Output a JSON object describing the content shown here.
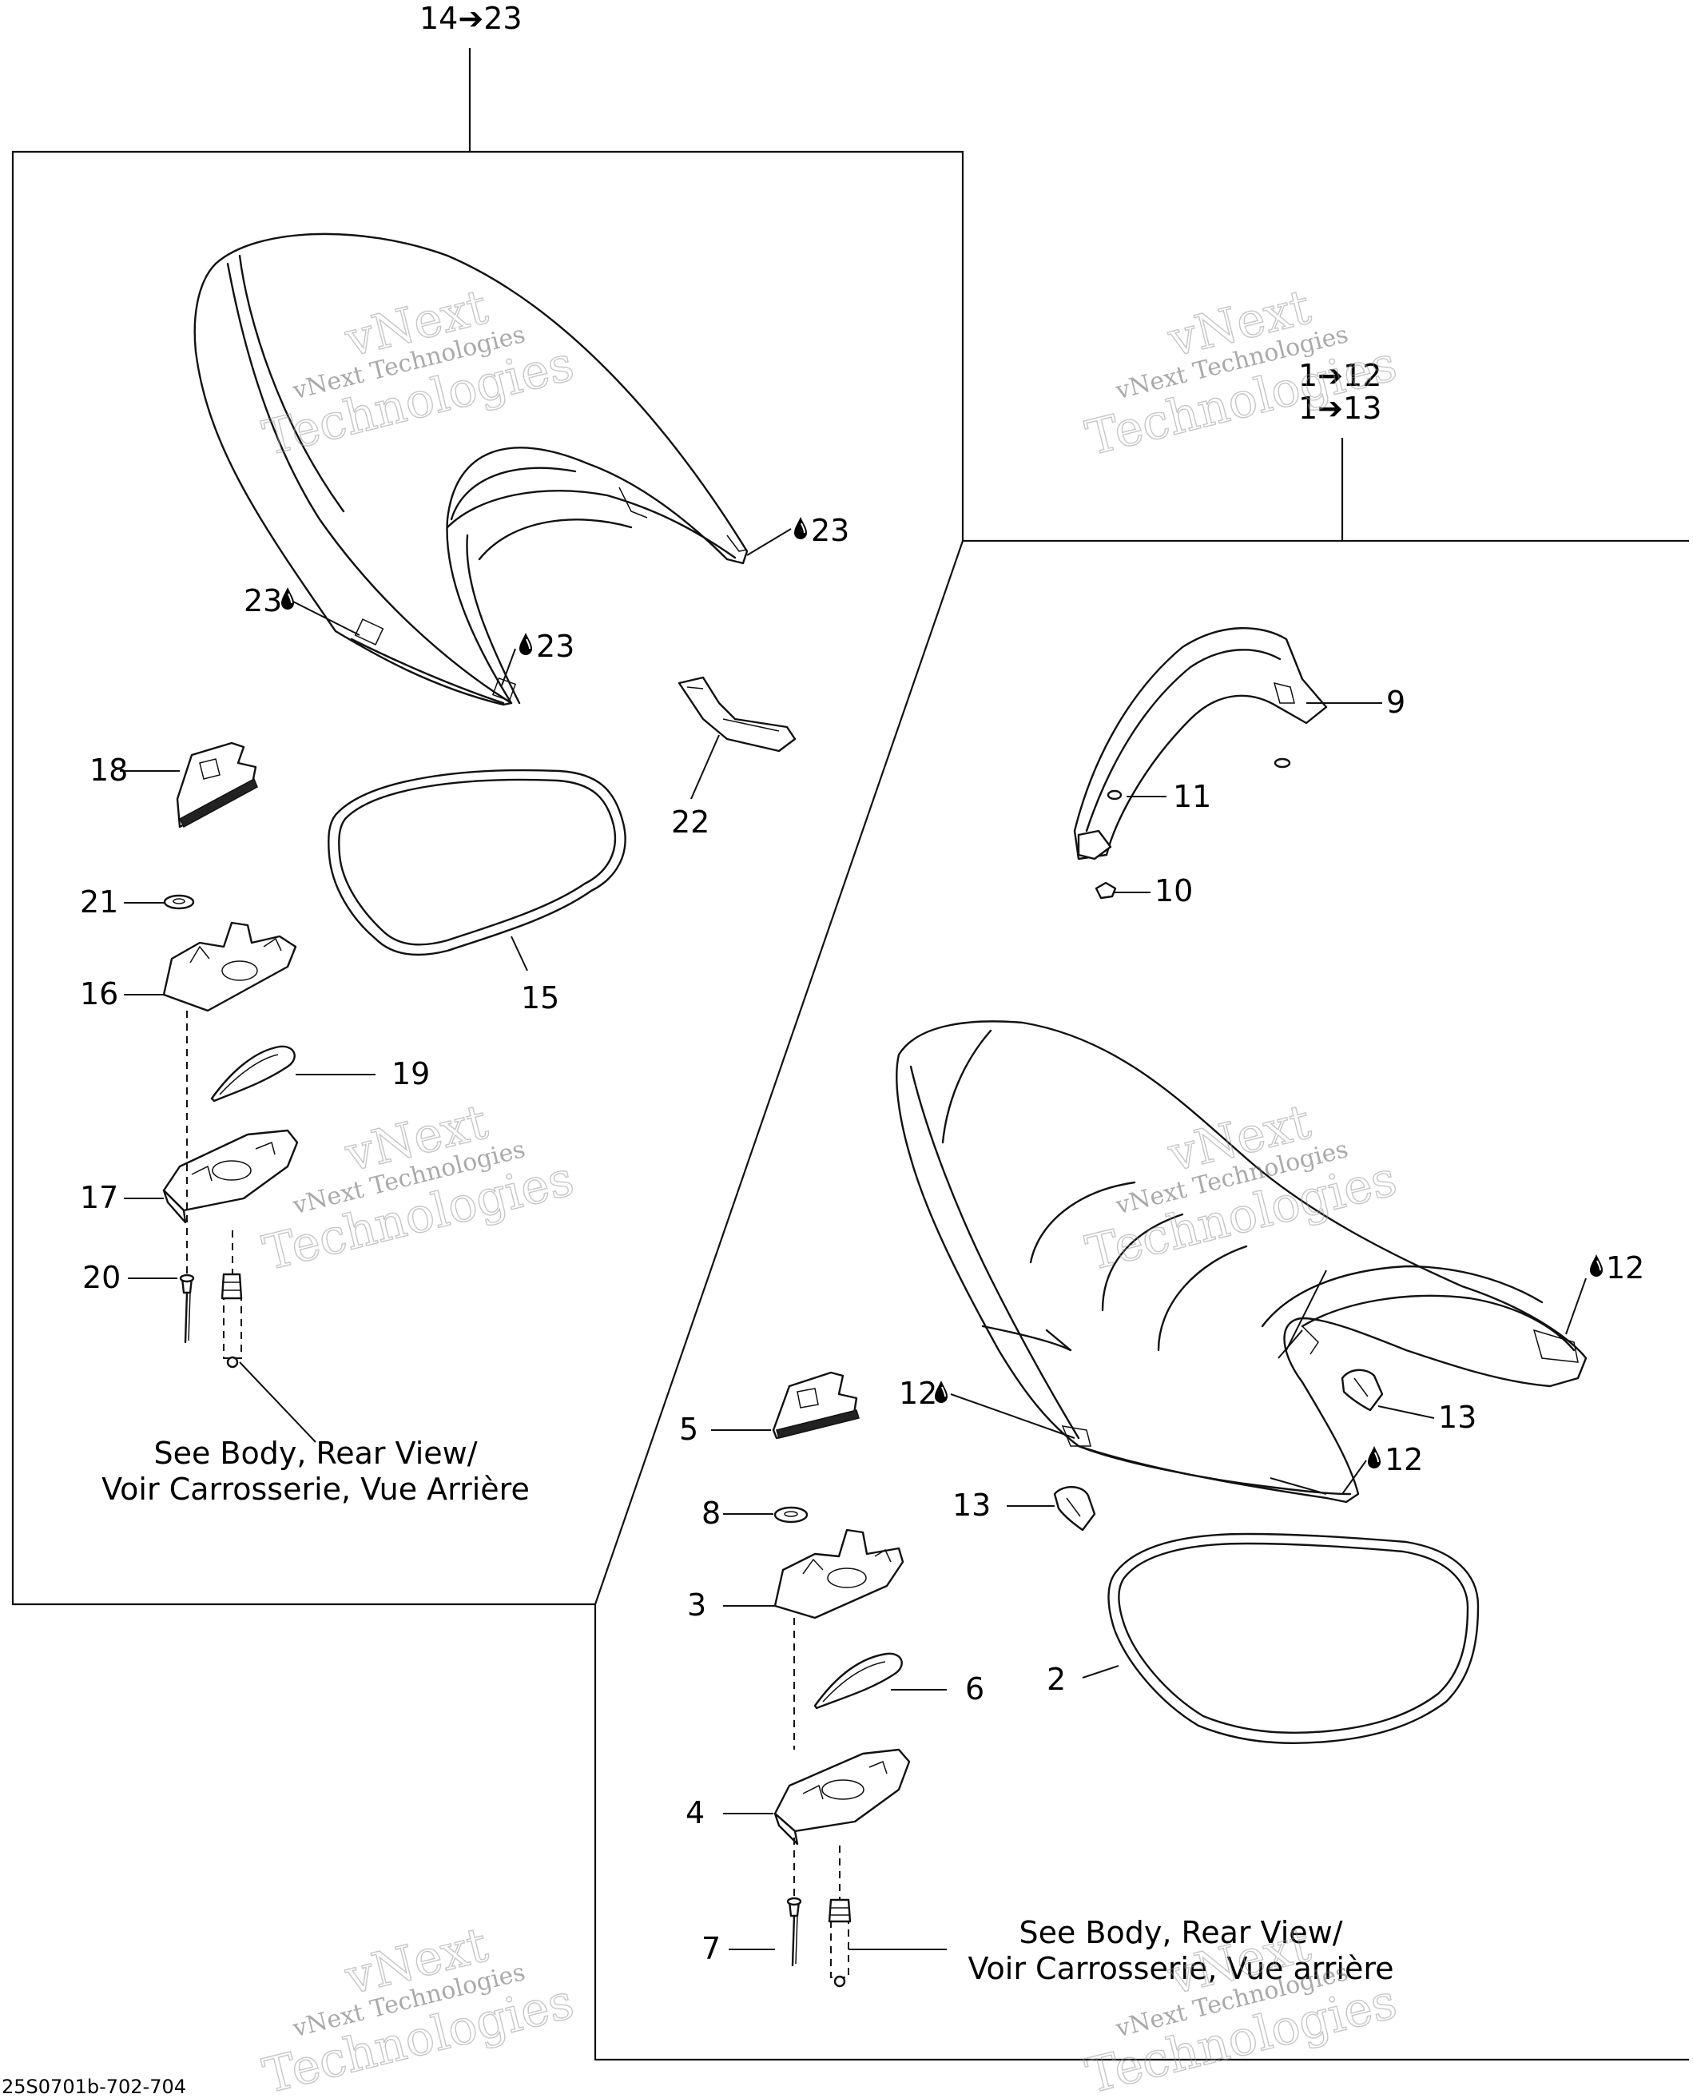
{
  "diagram": {
    "group_labels": {
      "rear": "14➔23",
      "front_1": "1➔12",
      "front_2": "1➔13"
    },
    "callouts": {
      "c2": "2",
      "c3": "3",
      "c4": "4",
      "c5": "5",
      "c6": "6",
      "c7": "7",
      "c8": "8",
      "c9": "9",
      "c10": "10",
      "c11": "11",
      "c12a": "12",
      "c12b": "12",
      "c12c": "12",
      "c13a": "13",
      "c13b": "13",
      "c15": "15",
      "c16": "16",
      "c17": "17",
      "c18": "18",
      "c19": "19",
      "c20": "20",
      "c21": "21",
      "c22": "22",
      "c23a": "23",
      "c23b": "23",
      "c23c": "23"
    },
    "notes": {
      "rear_line1": "See Body, Rear View/",
      "rear_line2": "Voir Carrosserie, Vue Arrière",
      "front_line1": "See Body, Rear View/",
      "front_line2": "Voir Carrosserie, Vue arrière"
    },
    "watermark": {
      "brand": "vNext",
      "line1": "vNext Technologies",
      "line2": "Technologies"
    },
    "drawing_code": "25S0701b-702-704"
  }
}
